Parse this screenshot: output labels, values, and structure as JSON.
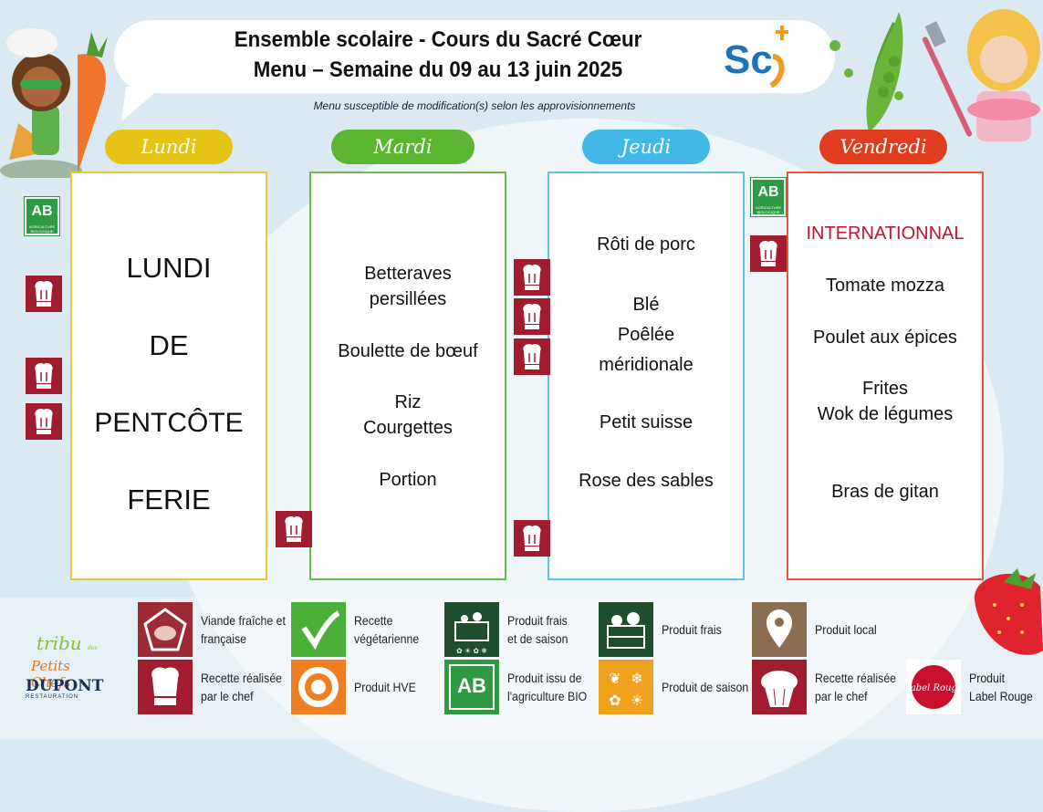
{
  "header": {
    "title_line1": "Ensemble scolaire - Cours du Sacré Cœur",
    "title_line2": "Menu – Semaine du 09 au 13 juin 2025",
    "subtitle": "Menu susceptible de modification(s) selon les approvisionnements",
    "logo_text": "Sc"
  },
  "days": [
    {
      "name": "Lundi",
      "color": "#e5c416"
    },
    {
      "name": "Mardi",
      "color": "#5ab531"
    },
    {
      "name": "Jeudi",
      "color": "#41b8e6"
    },
    {
      "name": "Vendredi",
      "color": "#e03c20"
    }
  ],
  "lundi": {
    "lines": [
      "LUNDI",
      "DE",
      "PENTCÔTE",
      "FERIE"
    ]
  },
  "mardi": {
    "items": [
      "Betteraves\npersillées",
      "Boulette de bœuf",
      "Riz\nCourgettes",
      "Portion"
    ]
  },
  "jeudi": {
    "items": [
      "Rôti de porc",
      "Blé\nPoêlée\nméridionale",
      "Petit suisse",
      "Rose des sables"
    ]
  },
  "vendredi": {
    "theme": "INTERNATIONNAL",
    "items": [
      "Tomate mozza",
      "Poulet aux épices",
      "Frites\nWok de légumes",
      "Bras de gitan"
    ]
  },
  "ab_badge": {
    "letters": "AB",
    "caption": "AGRICULTURE BIOLOGIQUE"
  },
  "legend": [
    {
      "label": "Viande fraîche et\nfrançaise",
      "icon": "meat-icon"
    },
    {
      "label": "Recette\nvégétarienne",
      "icon": "leaf-icon"
    },
    {
      "label": "Produit frais\net de saison",
      "icon": "crate-season-icon"
    },
    {
      "label": "Produit frais",
      "icon": "crate-icon"
    },
    {
      "label": "Produit local",
      "icon": "location-pin-icon"
    },
    {
      "label": "Recette réalisée\npar le chef",
      "icon": "chef-hat-icon"
    },
    {
      "label": "Produit HVE",
      "icon": "hve-icon"
    },
    {
      "label": "Produit issu de\nl'agriculture BIO",
      "icon": "ab-icon"
    },
    {
      "label": "Produit de saison",
      "icon": "seasons-icon"
    },
    {
      "label": "Recette réalisée\npar le chef",
      "icon": "cupcake-icon"
    },
    {
      "label": "Produit\nLabel Rouge",
      "icon": "label-rouge-icon"
    }
  ],
  "label_rouge_text": "Label Rouge",
  "footer_logo": {
    "line1": "tribu",
    "line1_small": "des",
    "line2": "Petits Chefs",
    "brand": "DUPONT",
    "brand_sub": "RESTAURATION"
  }
}
